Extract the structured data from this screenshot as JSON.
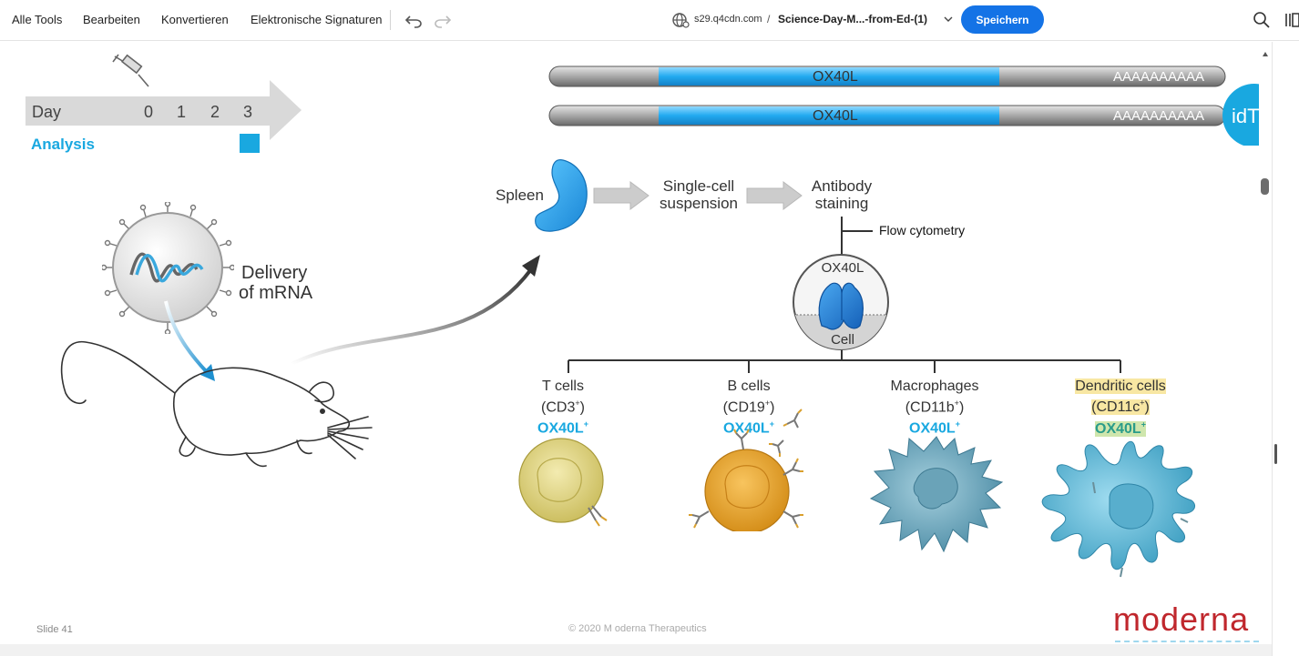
{
  "toolbar": {
    "menu": [
      "Alle Tools",
      "Bearbeiten",
      "Konvertieren",
      "Elektronische Signaturen"
    ],
    "domain": "s29.q4cdn.com",
    "separator": "/",
    "filename": "Science-Day-M...-from-Ed-(1)",
    "save_label": "Speichern",
    "icons": [
      "undo-icon",
      "redo-icon",
      "globe-icon",
      "chevron-down-icon",
      "search-icon",
      "panel-icon"
    ]
  },
  "slide": {
    "timeline": {
      "day_label": "Day",
      "days": [
        "0",
        "1",
        "2",
        "3"
      ],
      "analysis_label": "Analysis"
    },
    "mrna_label": "OX40L",
    "polya_label": "AAAAAAAAAA",
    "idt_label": "idT",
    "delivery_label_1": "Delivery",
    "delivery_label_2": "of mRNA",
    "spleen_label": "Spleen",
    "single_cell_1": "Single-cell",
    "single_cell_2": "suspension",
    "antibody_1": "Antibody",
    "antibody_2": "staining",
    "flow_label": "Flow cytometry",
    "cell_circle_top": "OX40L",
    "cell_circle_bottom": "Cell",
    "cells": [
      {
        "name": "T cells",
        "marker": "(CD3",
        "sup": "+",
        "close": ")",
        "ox": "OX40L",
        "ox_sup": "+",
        "color": "#e4d680"
      },
      {
        "name": "B cells",
        "marker": "(CD19",
        "sup": "+",
        "close": ")",
        "ox": "OX40L",
        "ox_sup": "+",
        "color": "#ecaa35"
      },
      {
        "name": "Macrophages",
        "marker": "(CD11b",
        "sup": "+",
        "close": ")",
        "ox": "OX40L",
        "ox_sup": "+",
        "color": "#7fb4c7"
      },
      {
        "name": "Dendritic cells",
        "marker": "(CD11c",
        "sup": "+",
        "close": ")",
        "ox": "OX40L",
        "ox_sup": "+",
        "color": "#74bfd8"
      }
    ],
    "slide_number": "Slide 41",
    "copyright": "© 2020 M oderna Therapeutics",
    "logo": "moderna"
  },
  "colors": {
    "accent_blue": "#19a8e0",
    "button_blue": "#1473e6",
    "logo_red": "#c0272d",
    "bar_blue": "#22aaf0"
  }
}
